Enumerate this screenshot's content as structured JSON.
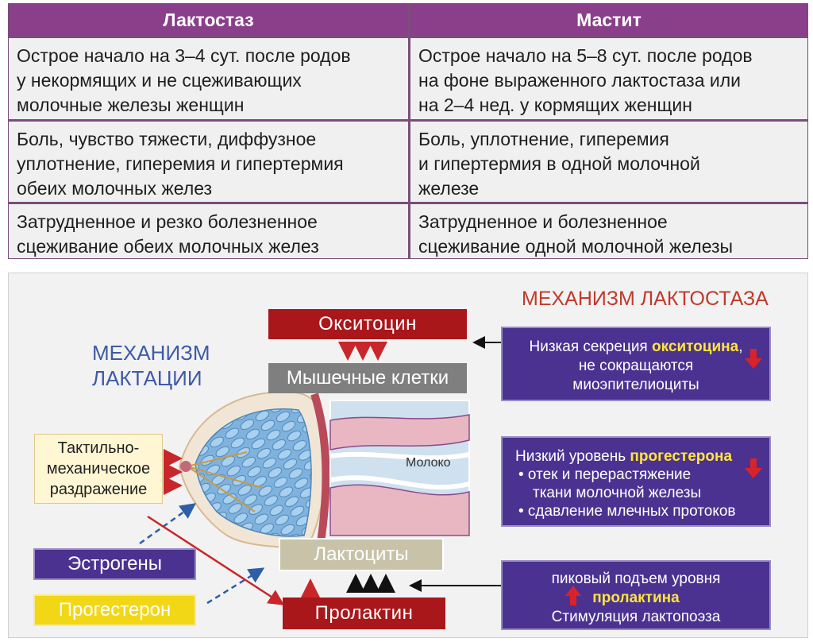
{
  "table": {
    "headers": [
      "Лактостаз",
      "Мастит"
    ],
    "rows": [
      [
        "Острое начало на 3–4 сут. после родов\nу некормящих и не сцеживающих\nмолочные железы женщин",
        "Острое начало на 5–8 сут. после родов\nна фоне выраженного лактостаза или\nна 2–4 нед. у кормящих женщин"
      ],
      [
        "Боль, чувство тяжести, диффузное\nуплотнение, гиперемия и гипертермия\nобеих молочных желез",
        "Боль, уплотнение, гиперемия\nи гипертермия в одной молочной\nжелезе"
      ],
      [
        "Затрудненное и резко болезненное\nсцеживание обеих молочных желез",
        "Затрудненное и болезненное\nсцеживание одной молочной железы"
      ]
    ]
  },
  "diagram": {
    "title_lactation": "МЕХАНИЗМ\nЛАКТАЦИИ",
    "title_lactostasis": "МЕХАНИЗМ ЛАКТОСТАЗА",
    "oxytocin": "Окситоцин",
    "muscle_cells": "Мышечные клетки",
    "tactile": "Тактильно-\nмеханическое\nраздражение",
    "milk_label": "Молоко",
    "estrogens": "Эстрогены",
    "progesterone": "Прогестерон",
    "lactocytes": "Лактоциты",
    "prolactin": "Пролактин",
    "box1": {
      "pre": "Низкая секреция ",
      "hl": "окситоцина",
      "post": ",",
      "line2": "не сокращаются",
      "line3": "миоэпителиоциты"
    },
    "box2": {
      "pre": "Низкий уровень ",
      "hl": "прогестерона",
      "b1": "• отек и перерастяжение",
      "b1b": "ткани молочной железы",
      "b2": "• сдавление млечных протоков"
    },
    "box3": {
      "line1": "пиковый подъем уровня",
      "hl": "пролактина",
      "line3": "Стимуляция лактопоэза"
    },
    "colors": {
      "purple_header": "#8a3f8a",
      "dark_red": "#a9171b",
      "purple_box": "#4b3290",
      "highlight": "#ffe53b",
      "title_blue": "#3e5aa6",
      "title_red": "#c0392b"
    }
  }
}
